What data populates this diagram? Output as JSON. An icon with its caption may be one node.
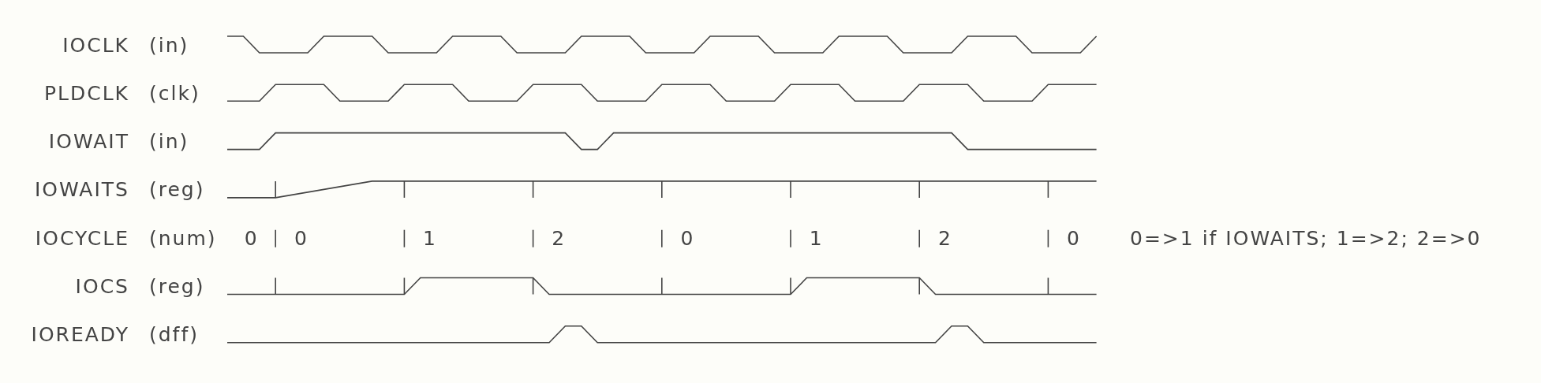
{
  "diagram": {
    "labels": [
      "IOCLK",
      "(in)",
      "PLDCLK",
      "(clk)",
      "IOWAIT",
      "(in)",
      "IOWAITS",
      "(reg)",
      "IOCYCLE",
      "(num)",
      "0",
      "0",
      "1",
      "2",
      "0",
      "1",
      "2",
      "0",
      "0=>1 if IOWAITS; 1=>2; 2=>0",
      "IOCS",
      "(reg)",
      "IOREADY",
      "(dff)"
    ]
  }
}
